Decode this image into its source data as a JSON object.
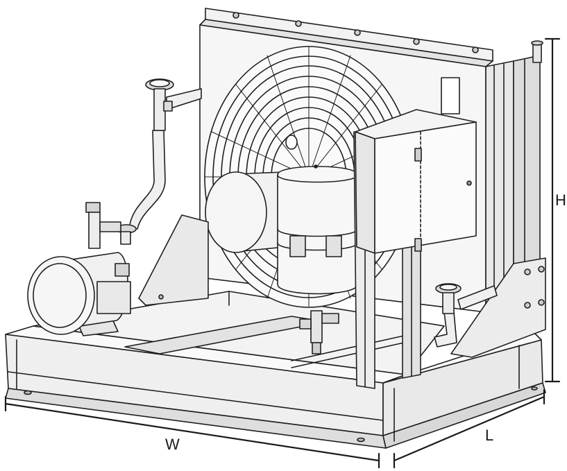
{
  "dimensions": {
    "width_label": "W",
    "length_label": "L",
    "height_label": "H"
  },
  "colors": {
    "line": "#1f1f1f",
    "fill_light": "#f7f7f7",
    "fill_mid": "#e6e6e6",
    "fill_shade": "#cfcfcf",
    "fill_dark": "#a8a8a8"
  },
  "components": [
    "base-skid",
    "condenser-frame",
    "condenser-fan",
    "fan-motor",
    "electrical-enclosure",
    "pump-assembly",
    "pressure-gauges",
    "piping"
  ]
}
